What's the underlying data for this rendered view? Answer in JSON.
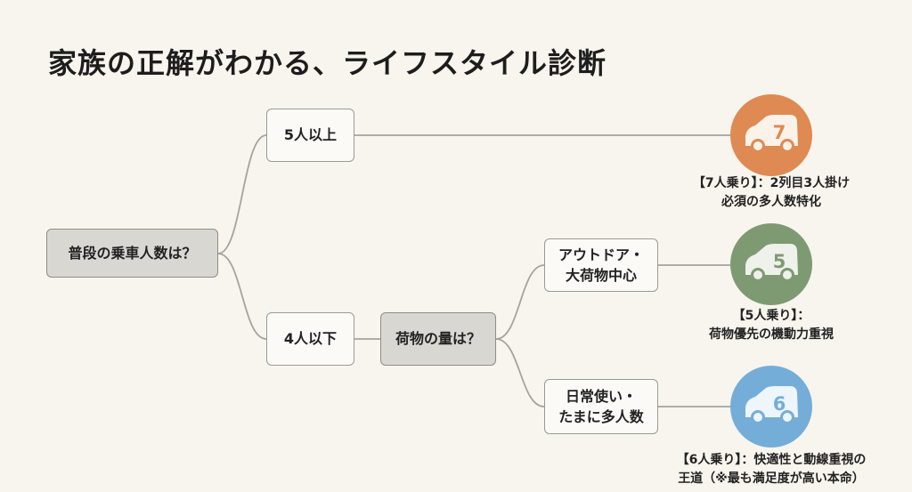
{
  "title": "家族の正解がわかる、ライフスタイル診断",
  "colors": {
    "background": "#f8f5ee",
    "question_box": "#d9d7d2",
    "answer_box": "#fbfaf6",
    "connector": "#a3a39f",
    "seven_seater": "#de8a52",
    "five_seater": "#7e9a73",
    "six_seater": "#74aed8"
  },
  "nodes": {
    "q_passengers": "普段の乗車人数は？",
    "five_or_more": "5人以上",
    "four_or_less": "4人以下",
    "q_luggage": "荷物の量は？",
    "outdoor": "アウトドア・\n大荷物中心",
    "daily": "日常使い・\nたまに多人数"
  },
  "results": [
    {
      "number": "7",
      "icon": "car-icon",
      "line1": "【7人乗り】：2列目3人掛け",
      "line2": "必須の多人数特化"
    },
    {
      "number": "5",
      "icon": "car-icon",
      "line1": "【5人乗り】：",
      "line2": "荷物優先の機動力重視"
    },
    {
      "number": "6",
      "icon": "car-icon",
      "line1": "【6人乗り】：快適性と動線重視の",
      "line2": "王道（※最も満足度が高い本命）"
    }
  ]
}
